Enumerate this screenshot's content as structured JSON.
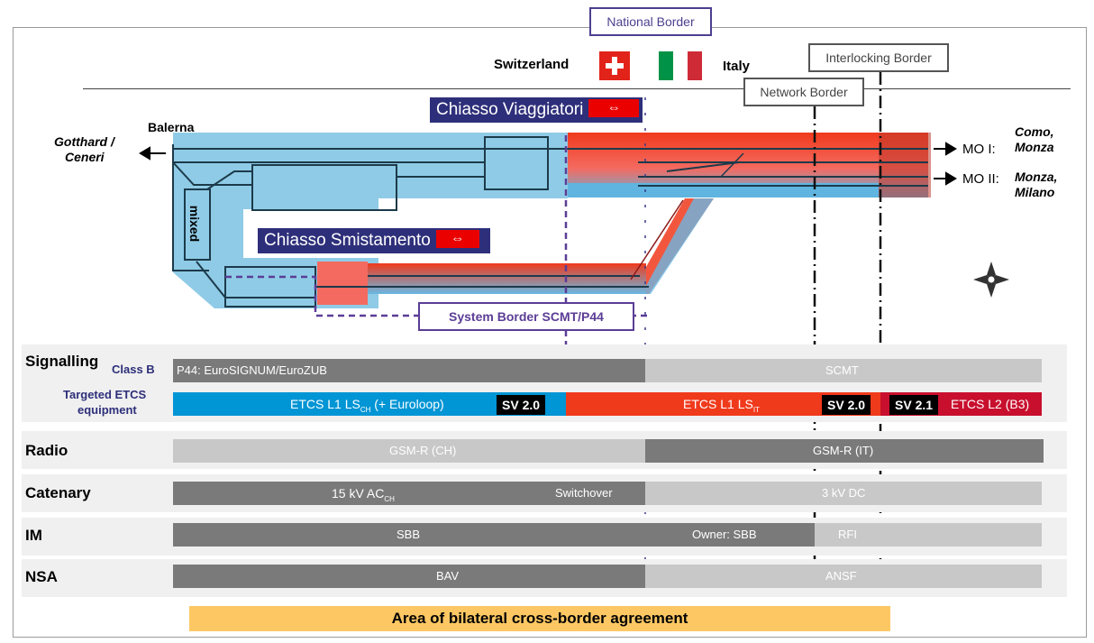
{
  "borders": {
    "national": "National Border",
    "interlocking": "Interlocking Border",
    "network": "Network Border",
    "system": "System Border SCMT/P44"
  },
  "countries": {
    "switzerland": "Switzerland",
    "italy": "Italy"
  },
  "places": {
    "balerna": "Balerna",
    "gotthard": "Gotthard /",
    "ceneri": "Ceneri",
    "mixed": "mixed",
    "mo1": "MO I:",
    "mo1_dest_a": "Como,",
    "mo1_dest_b": "Monza",
    "mo2": "MO II:",
    "mo2_dest_a": "Monza,",
    "mo2_dest_b": "Milano"
  },
  "stations": {
    "viaggiatori": "Chiasso Viaggiatori",
    "smistamento": "Chiasso Smistamento",
    "sbb_logo": "⇔"
  },
  "rows": {
    "signalling": "Signalling",
    "class_b": "Class B",
    "targeted_etcs_1": "Targeted ETCS",
    "targeted_etcs_2": "equipment",
    "radio": "Radio",
    "catenary": "Catenary",
    "im": "IM",
    "nsa": "NSA"
  },
  "bars": {
    "class_b_ch": "P44: EuroSIGNUM/EuroZUB",
    "class_b_it": "SCMT",
    "etcs_ch_main": "ETCS L1 LS",
    "etcs_ch_sub": "CH",
    "etcs_ch_suffix": " (+ Euroloop)",
    "sv1": "SV 2.0",
    "etcs_it_main": "ETCS L1 LS",
    "etcs_it_sub": "IT",
    "sv2": "SV 2.0",
    "sv3": "SV 2.1",
    "etcs_l2": "ETCS L2 (B3)",
    "radio_ch": "GSM-R (CH)",
    "radio_it": "GSM-R (IT)",
    "cat_ch_main": "15 kV AC",
    "cat_ch_sub": "CH",
    "switchover": "Switchover",
    "cat_it": "3 kV DC",
    "im_ch": "SBB",
    "im_owner": "Owner: SBB",
    "im_it": "RFI",
    "nsa_ch": "BAV",
    "nsa_it": "ANSF"
  },
  "agreement": "Area of bilateral cross-border agreement",
  "colors": {
    "blue": "#0095d5",
    "light_blue": "#8fcbe6",
    "red": "#f03a1c",
    "dark_red": "#c8102e",
    "navy": "#2e2f7a",
    "purple": "#5b3d96",
    "grey": "#7a7a7a",
    "light_grey": "#c8c8c8",
    "agreement": "#fdc864"
  }
}
